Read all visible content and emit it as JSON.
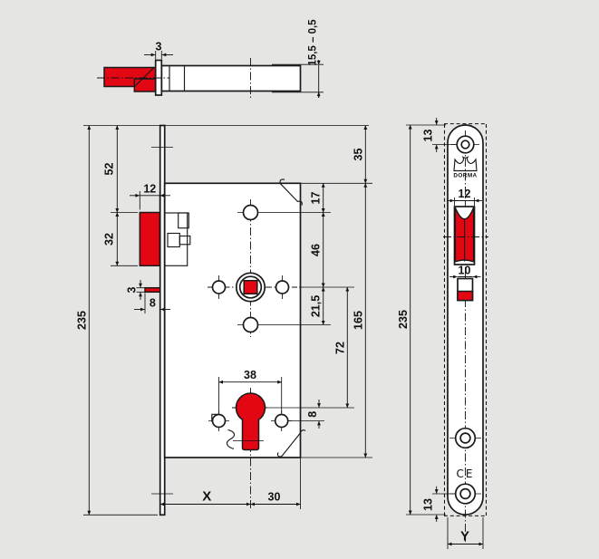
{
  "colors": {
    "background": "#e5e5e4",
    "part_fill": "#ffffff",
    "part_red": "#e30613",
    "line": "#1a1a1a"
  },
  "top_view": {
    "plate_thickness": "3",
    "case_depth": "15,5 – 0,5"
  },
  "front_view": {
    "plate_length": "235",
    "plate_top_to_latch": "52",
    "latch_width": "12",
    "latch_height": "32",
    "deadbolt_lip_thickness": "3",
    "deadbolt_lip_depth": "8",
    "backset": "X",
    "axis_to_case_edge": "30",
    "cylinder_screw_span": "38",
    "cylinder_axis_to_screw": "8",
    "follower_to_cylinder": "72",
    "follower_to_lower_hole": "21,5",
    "upper_hole_to_follower": "46",
    "case_top_to_upper_hole": "17",
    "plate_top_to_case": "35",
    "case_length": "165"
  },
  "side_view": {
    "top_screw_offset": "13",
    "latch_width": "12",
    "deadbolt_width": "10",
    "plate_length": "235",
    "bottom_screw_offset": "13",
    "plate_width": "Y",
    "brand_logo": "DORMA",
    "ce_mark": "CE"
  }
}
